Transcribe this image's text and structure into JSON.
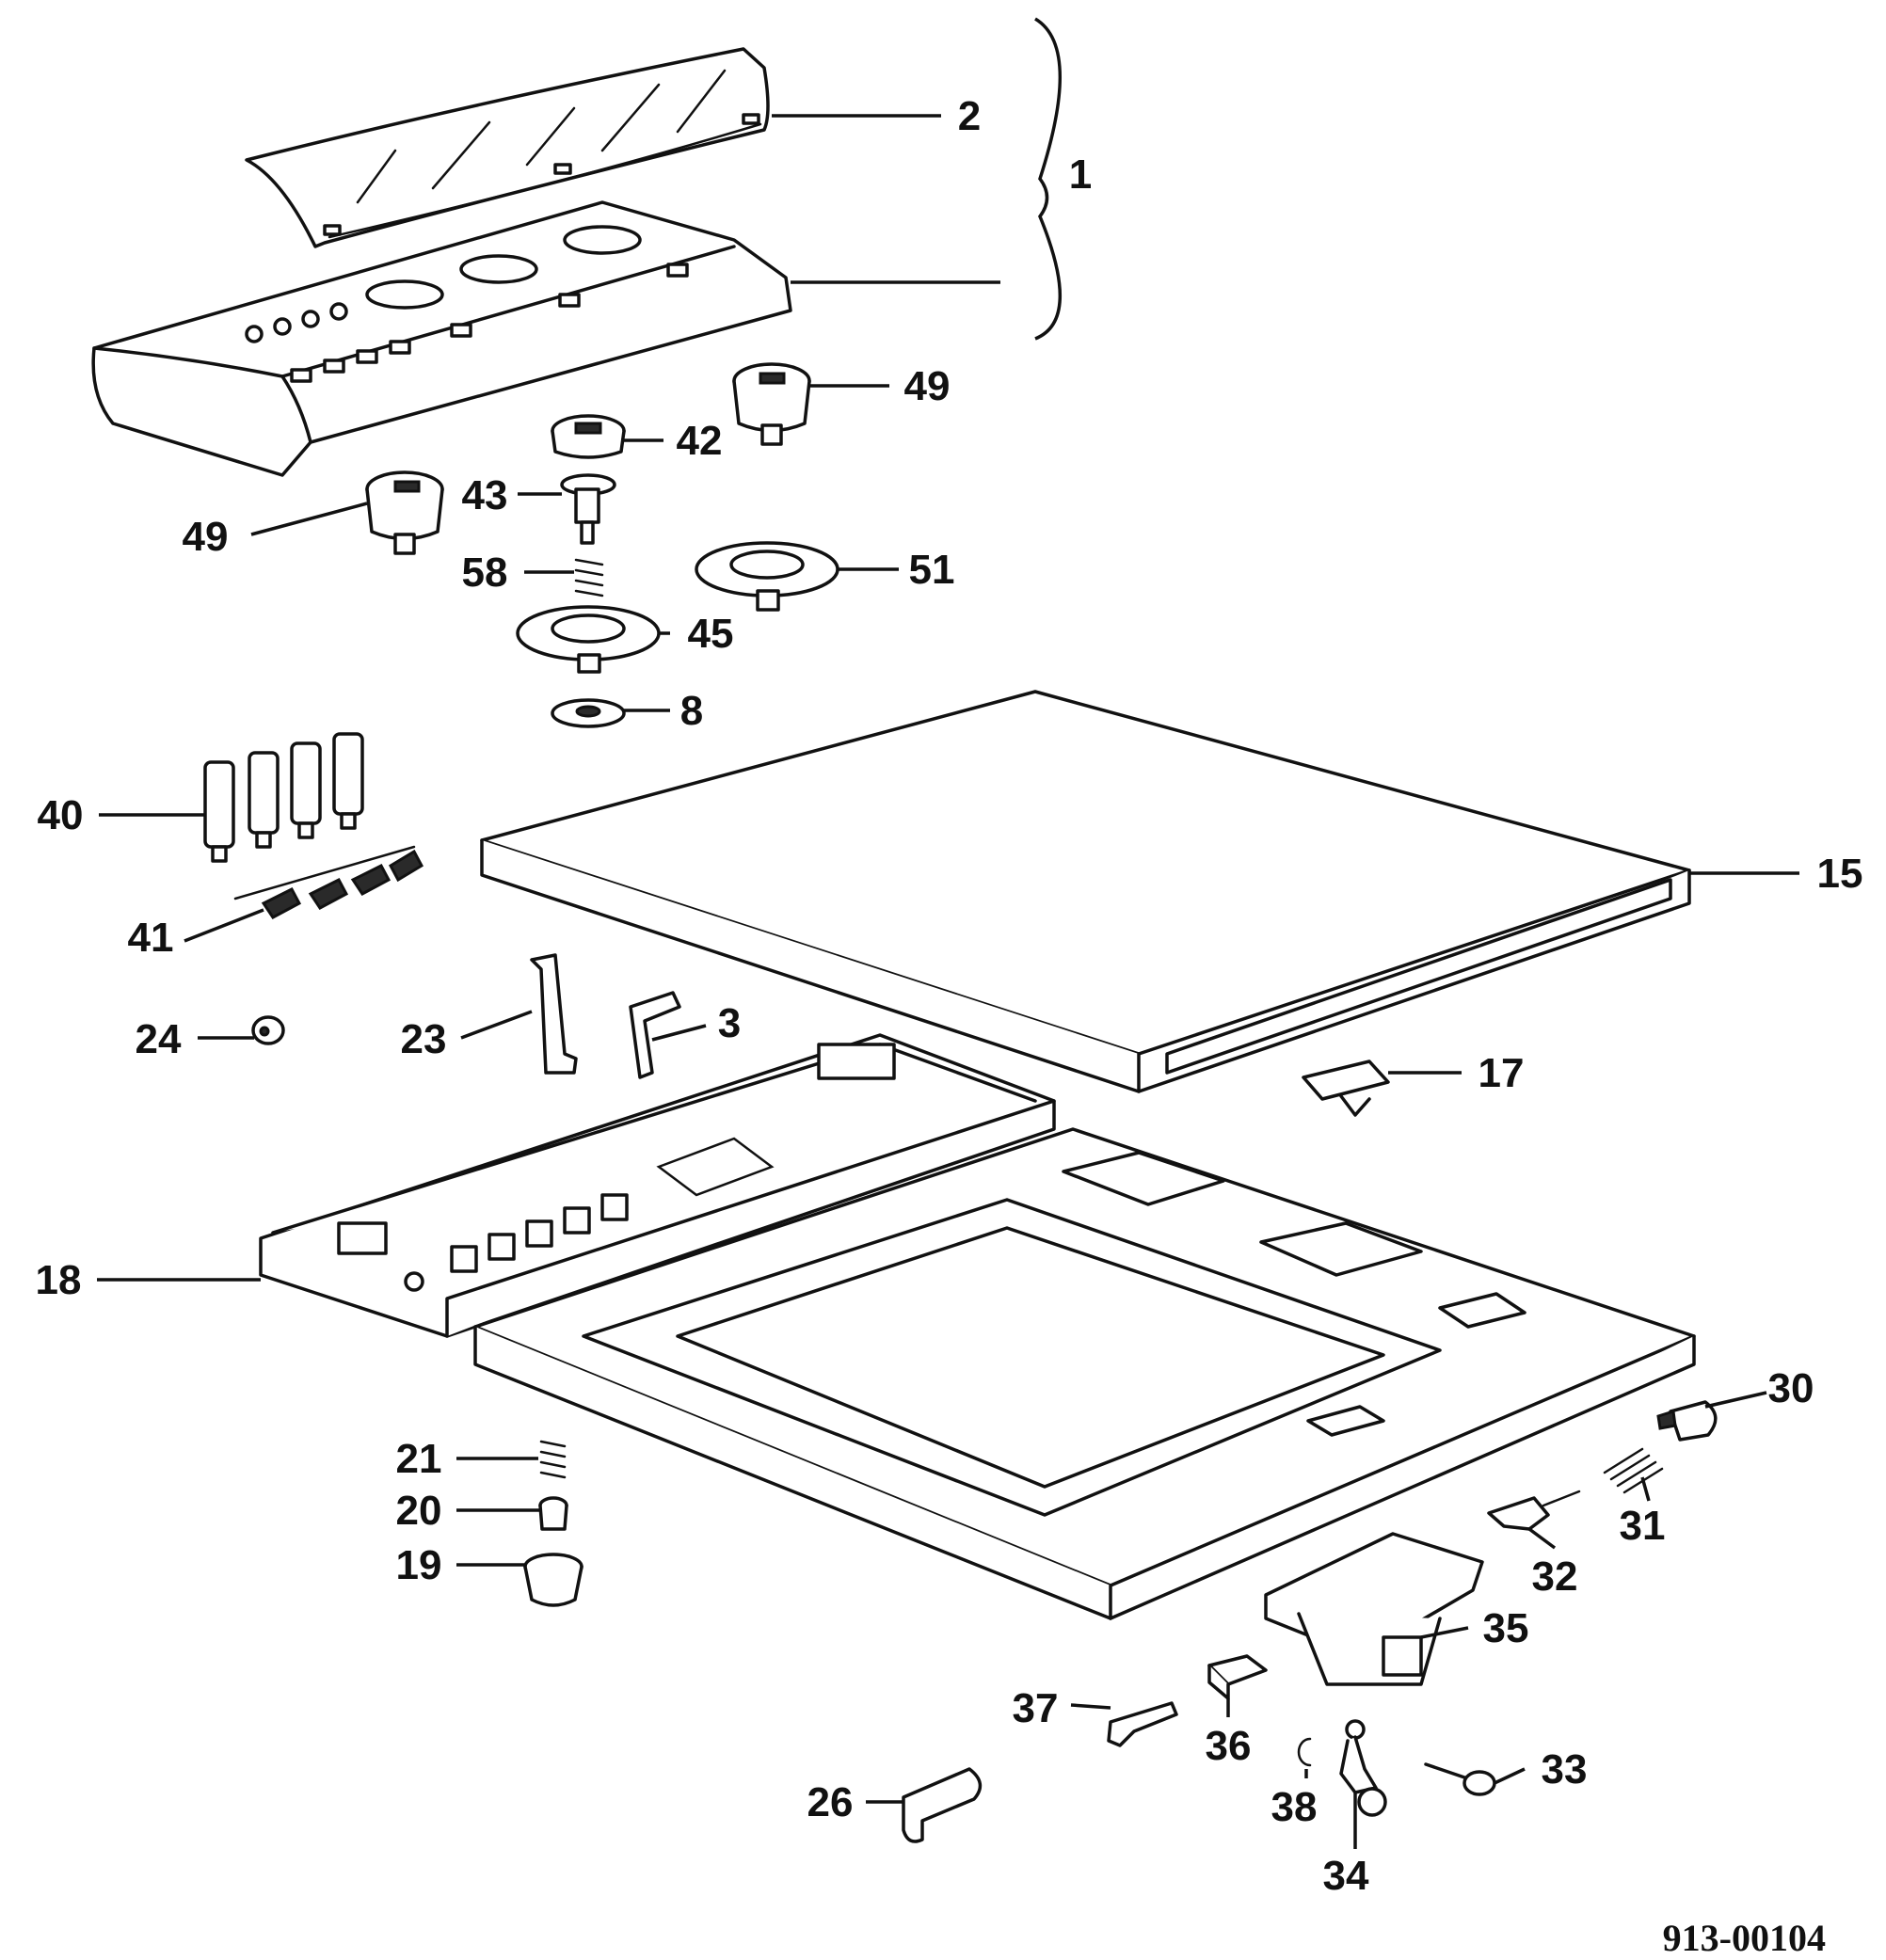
{
  "diagram": {
    "title": "",
    "drawing_number": "913-00104",
    "callouts": {
      "c1": "1",
      "c2": "2",
      "c3": "3",
      "c8": "8",
      "c15": "15",
      "c17": "17",
      "c18": "18",
      "c19": "19",
      "c20": "20",
      "c21": "21",
      "c23": "23",
      "c24": "24",
      "c26": "26",
      "c30": "30",
      "c31": "31",
      "c32": "32",
      "c33": "33",
      "c34": "34",
      "c35": "35",
      "c36": "36",
      "c37": "37",
      "c38": "38",
      "c40": "40",
      "c41": "41",
      "c42": "42",
      "c43": "43",
      "c45": "45",
      "c49a": "49",
      "c49b": "49",
      "c51": "51",
      "c58": "58"
    }
  }
}
